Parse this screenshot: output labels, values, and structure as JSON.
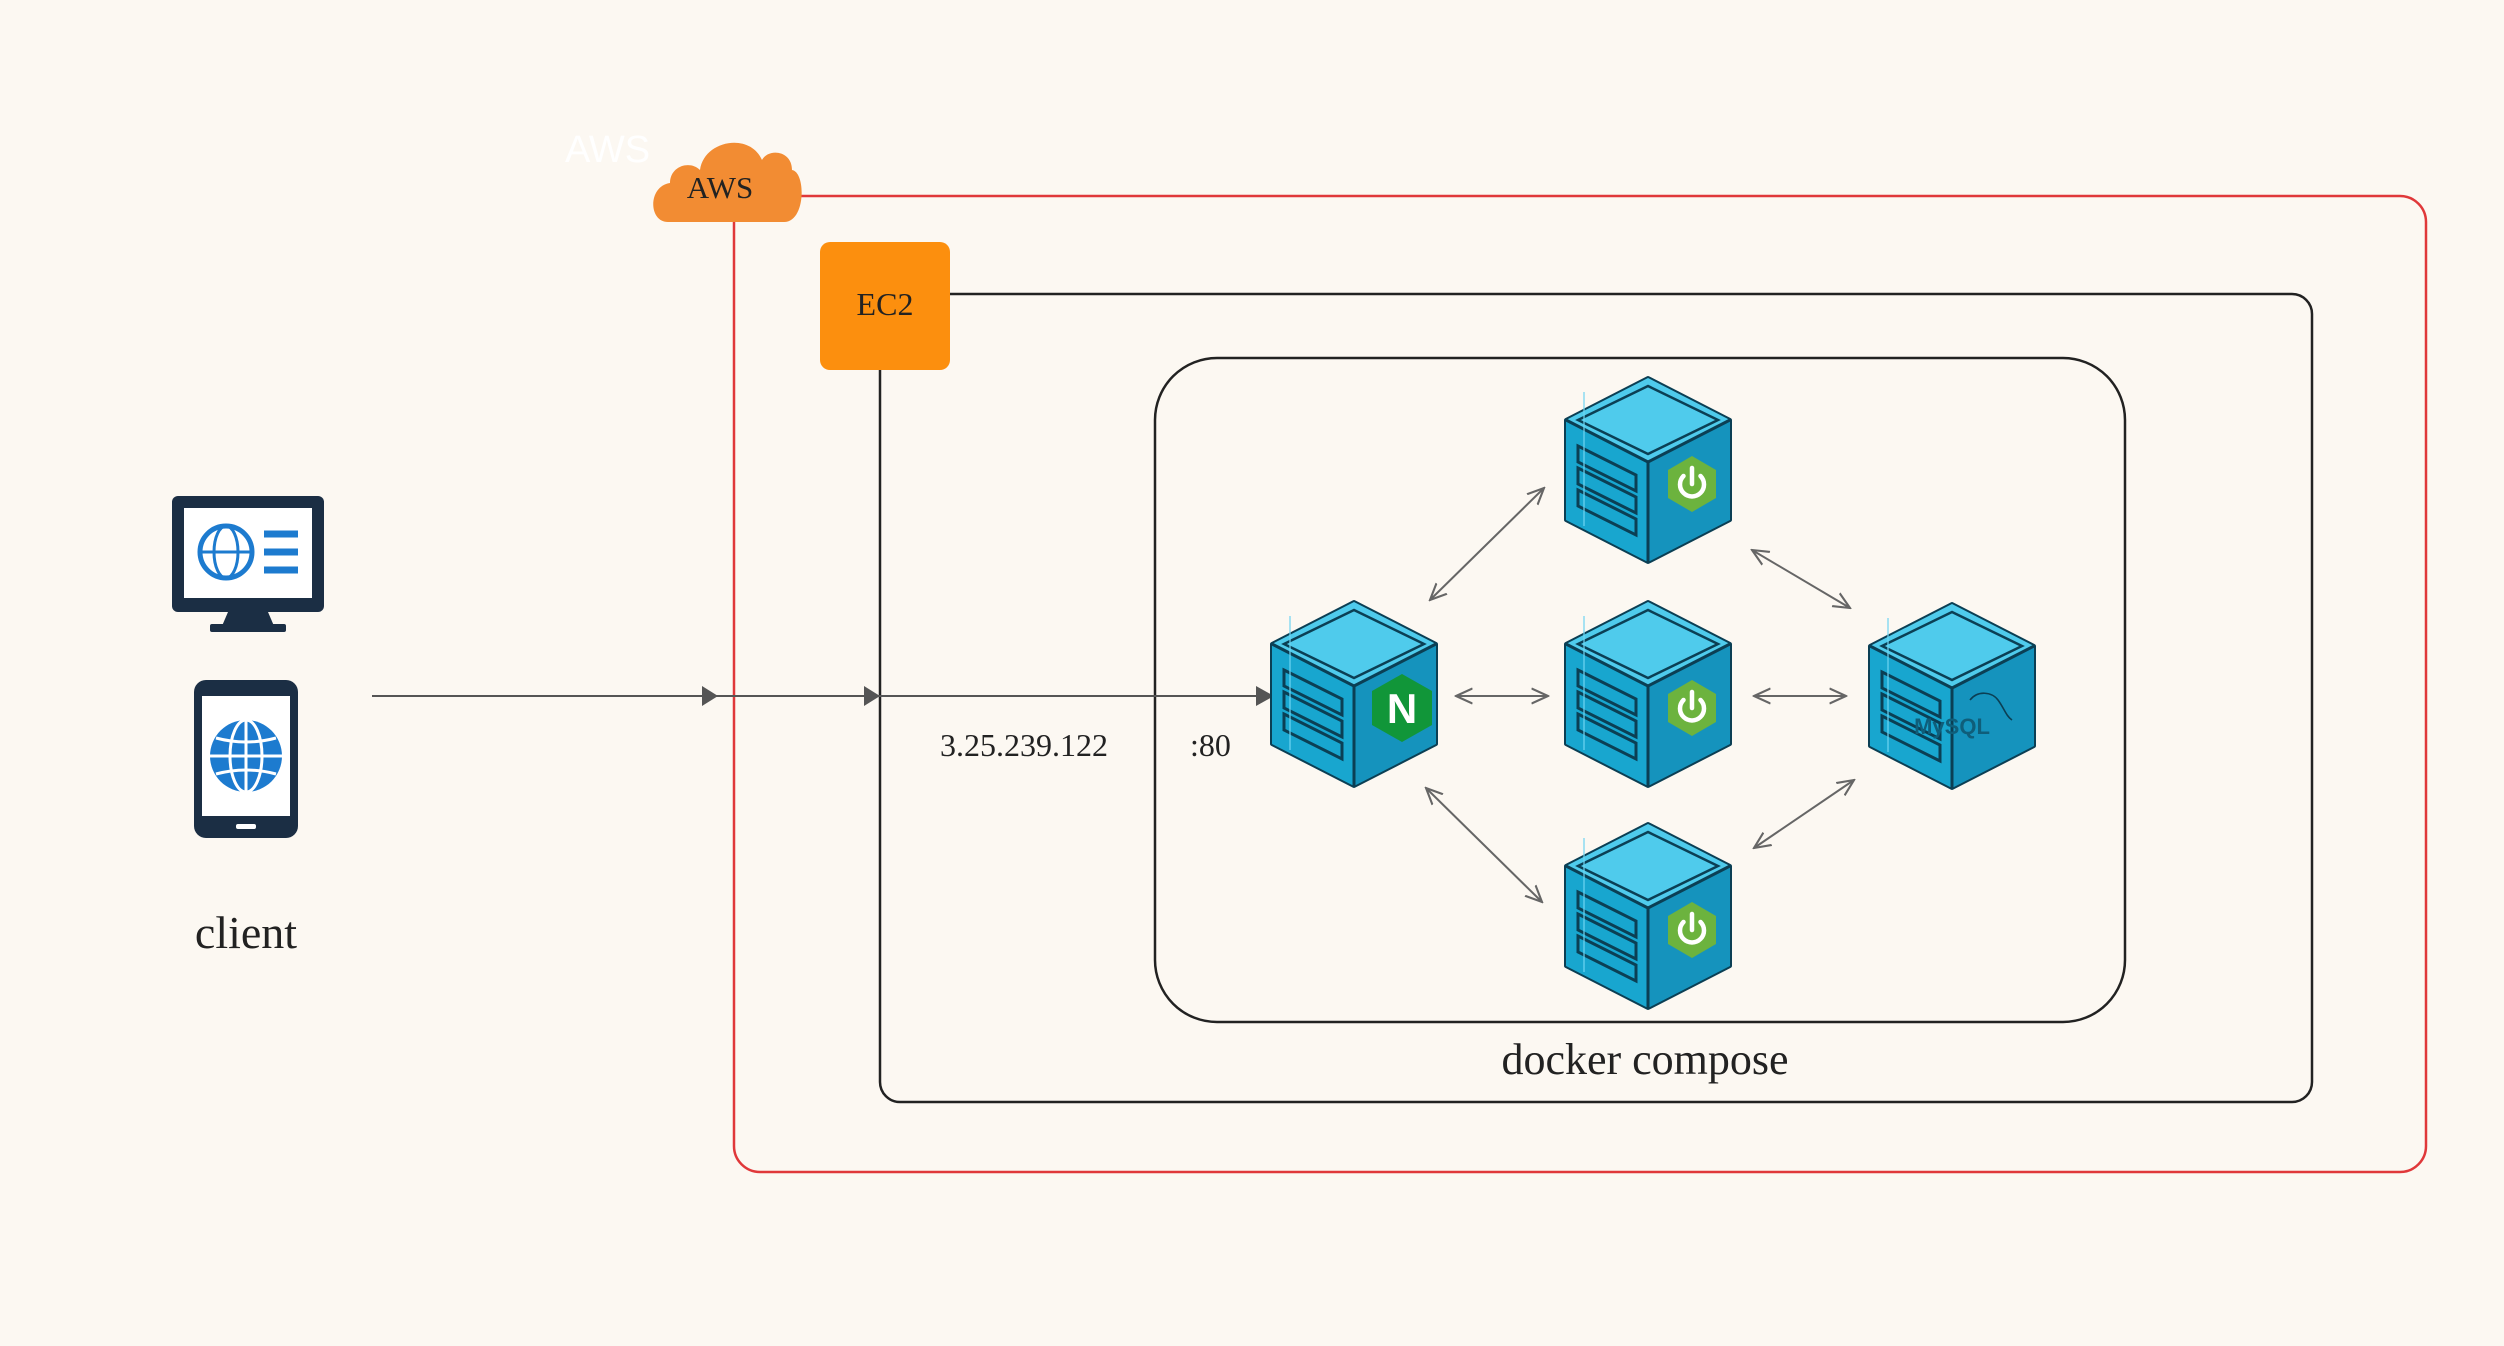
{
  "colors": {
    "background": "#fcf8f2",
    "aws_border": "#e0383a",
    "aws_orange": "#f28c33",
    "ec2_orange": "#fc8f0e",
    "container_blue": "#1fb4dd",
    "spring_green": "#6cb33e",
    "nginx_green": "#119639",
    "line": "#222222",
    "arrow": "#666666"
  },
  "aws": {
    "ghost_text": "AWS",
    "cloud_label": "AWS",
    "icon": "cloud-icon"
  },
  "ec2": {
    "label": "EC2"
  },
  "docker": {
    "label": "docker compose"
  },
  "client": {
    "label": "client",
    "icons": [
      "desktop-monitor-icon",
      "mobile-phone-icon"
    ]
  },
  "connection": {
    "ip": "3.25.239.122",
    "port": ":80"
  },
  "nodes": [
    {
      "id": "nginx",
      "icon": "nginx-icon",
      "badge": "N"
    },
    {
      "id": "spring-top",
      "icon": "spring-power-icon"
    },
    {
      "id": "spring-middle",
      "icon": "spring-power-icon"
    },
    {
      "id": "spring-bottom",
      "icon": "spring-power-icon"
    },
    {
      "id": "mysql",
      "icon": "mysql-icon",
      "badge": "MySQL"
    }
  ]
}
